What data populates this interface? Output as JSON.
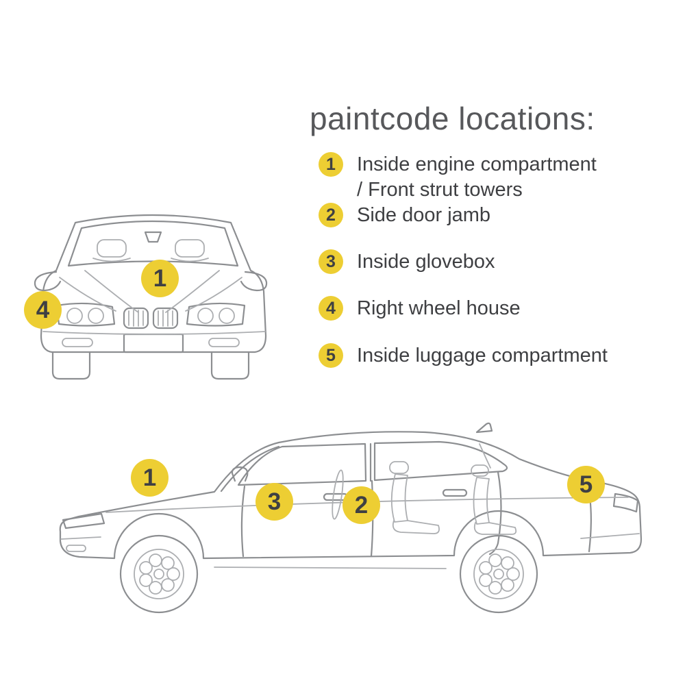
{
  "title": "paintcode locations:",
  "legend": {
    "items": [
      {
        "badge": "1",
        "label": "Inside engine compartment\n/ Front strut towers"
      },
      {
        "badge": "2",
        "label": "Side door jamb"
      },
      {
        "badge": "3",
        "label": "Inside glovebox"
      },
      {
        "badge": "4",
        "label": "Right wheel house"
      },
      {
        "badge": "5",
        "label": "Inside luggage compartment"
      }
    ]
  },
  "diagram": {
    "front_view_markers": [
      {
        "num": "1"
      },
      {
        "num": "4"
      }
    ],
    "side_view_markers": [
      {
        "num": "1"
      },
      {
        "num": "3"
      },
      {
        "num": "2"
      },
      {
        "num": "5"
      }
    ]
  },
  "colors": {
    "badge_bg": "#EDCE33",
    "badge_text": "#3F4043",
    "title": "#57585B",
    "label": "#3E3F42",
    "line_art": "#8C8E91"
  }
}
